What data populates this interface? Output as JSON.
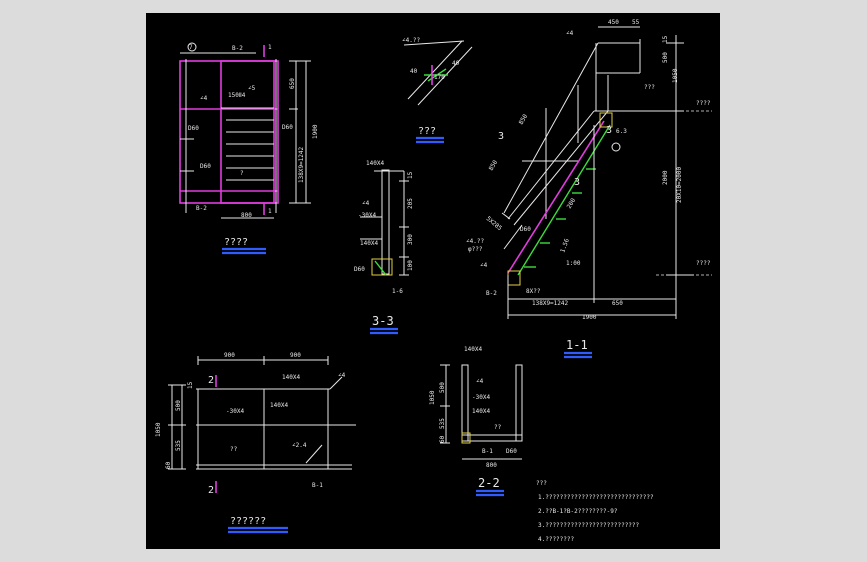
{
  "plan": {
    "title": "????",
    "label_b2": "B-2",
    "label_b2b": "B-2",
    "l45a": "∠4",
    "l45b": "∠5",
    "tube": "150Ⅱ4",
    "dbo": "D60",
    "dbo2": "D60",
    "dbo3": "D60",
    "dim_650": "650",
    "dim_1900": "1900",
    "dim_1242": "138X9=1242",
    "dim_800": "800",
    "mark1": "1",
    "mark1b": "1",
    "q": "?",
    "c7": "7"
  },
  "detail_small": {
    "title": "???",
    "a": "∠4.??",
    "b": "40",
    "c": "40",
    "d": "170"
  },
  "sec33": {
    "title": "3-3",
    "a": "140X4",
    "b": "∠4",
    "c": "-30X4",
    "d": "140X4",
    "e": "D60",
    "f": "1-6",
    "d1": "15",
    "d2": "205",
    "d3": "300",
    "d4": "100"
  },
  "sec11": {
    "title": "1-1",
    "top1": "450",
    "top2": "55",
    "l1": "∠4",
    "r1": "15",
    "r2": "500",
    "r3": "1050",
    "r4": "2000",
    "r5": "20X10=2000",
    "lvl1": "????",
    "lvl2": "????",
    "c1": "???",
    "c2": "6.3",
    "c3": "3",
    "c4": "3",
    "c5": "3",
    "w1": "850",
    "w2": "850",
    "d60": "D60",
    "s1": "5X285",
    "s2": "200",
    "l2": "∠4.??",
    "l3": "φ???",
    "l4": "∠4",
    "b2": "B-2",
    "bot1": "8X??",
    "bot2": "138X9=1242",
    "bot3": "650",
    "bot4": "1900",
    "ang": "1.56",
    "ang2": "1:00"
  },
  "sec2": {
    "title": "??????",
    "d900a": "900",
    "d900b": "900",
    "mark": "2",
    "markb": "2",
    "a": "140X4",
    "b": "-30X4",
    "c": "140X4",
    "d": "∠4",
    "e": "??",
    "f": "∠2.4",
    "g": "B-1",
    "h": "1050",
    "v1": "15",
    "v2": "500",
    "v3": "535",
    "v4": "60"
  },
  "sec22": {
    "title": "2-2",
    "a": "140X4",
    "b": "∠4",
    "c": "-30X4",
    "d": "140X4",
    "e": "??",
    "f": "B-1",
    "g": "D60",
    "h": "800",
    "v1": "1050",
    "v2": "500",
    "v3": "535",
    "v4": "60"
  },
  "notes": {
    "head": "???",
    "n1": "1.??????????????????????????????",
    "n2": "2.??B-1?B-2????????-9?",
    "n3": "3.??????????????????????????",
    "n4": "4.????????"
  }
}
